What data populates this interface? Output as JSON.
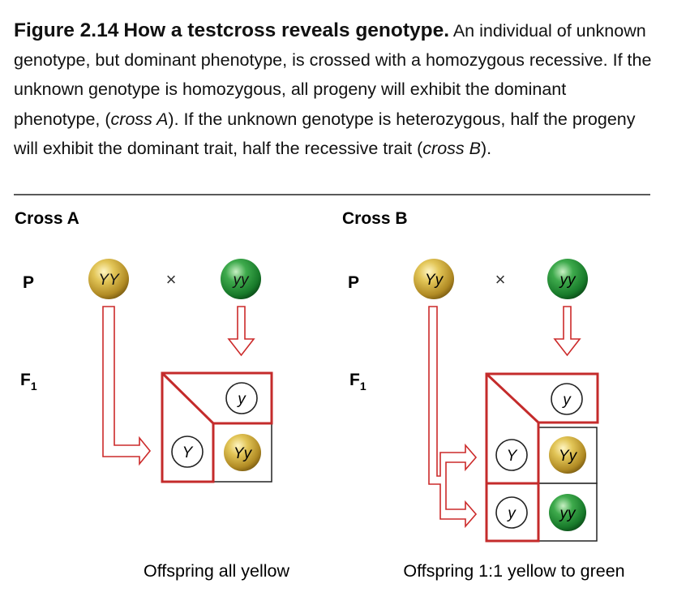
{
  "caption": {
    "figure_number": "Figure 2.14",
    "title": "How a testcross reveals genotype.",
    "text_parts": [
      {
        "text": "An individual of unknown genotype, but dominant phenotype, is crossed with a homozygous recessive. If the unknown genotype is homozygous, all progeny will exhibit the dominant phenotype, (",
        "italic": false
      },
      {
        "text": "cross A",
        "italic": true
      },
      {
        "text": "). If the unknown genotype is heterozygous, half the progeny will exhibit the dominant trait, half the recessive trait (",
        "italic": false
      },
      {
        "text": "cross B",
        "italic": true
      },
      {
        "text": ").",
        "italic": false
      }
    ]
  },
  "cross_a": {
    "title": "Cross A",
    "p_label": "P",
    "f1_label": "F",
    "f1_subscript": "1",
    "cross_symbol": "×",
    "parent1": "YY",
    "parent2": "yy",
    "gamete_top": "y",
    "gamete_left": "Y",
    "offspring": "Yy",
    "result": "Offspring all yellow"
  },
  "cross_b": {
    "title": "Cross B",
    "p_label": "P",
    "f1_label": "F",
    "f1_subscript": "1",
    "cross_symbol": "×",
    "parent1": "Yy",
    "parent2": "yy",
    "gamete_top": "y",
    "gamete_left_1": "Y",
    "gamete_left_2": "y",
    "offspring_1": "Yy",
    "offspring_2": "yy",
    "result": "Offspring 1:1 yellow to green"
  },
  "colors": {
    "yellow_pea": "#c8a42e",
    "green_pea": "#2a8a3a",
    "arrow_red": "#cc2a2a",
    "punnett_border": "#c42b2b"
  }
}
